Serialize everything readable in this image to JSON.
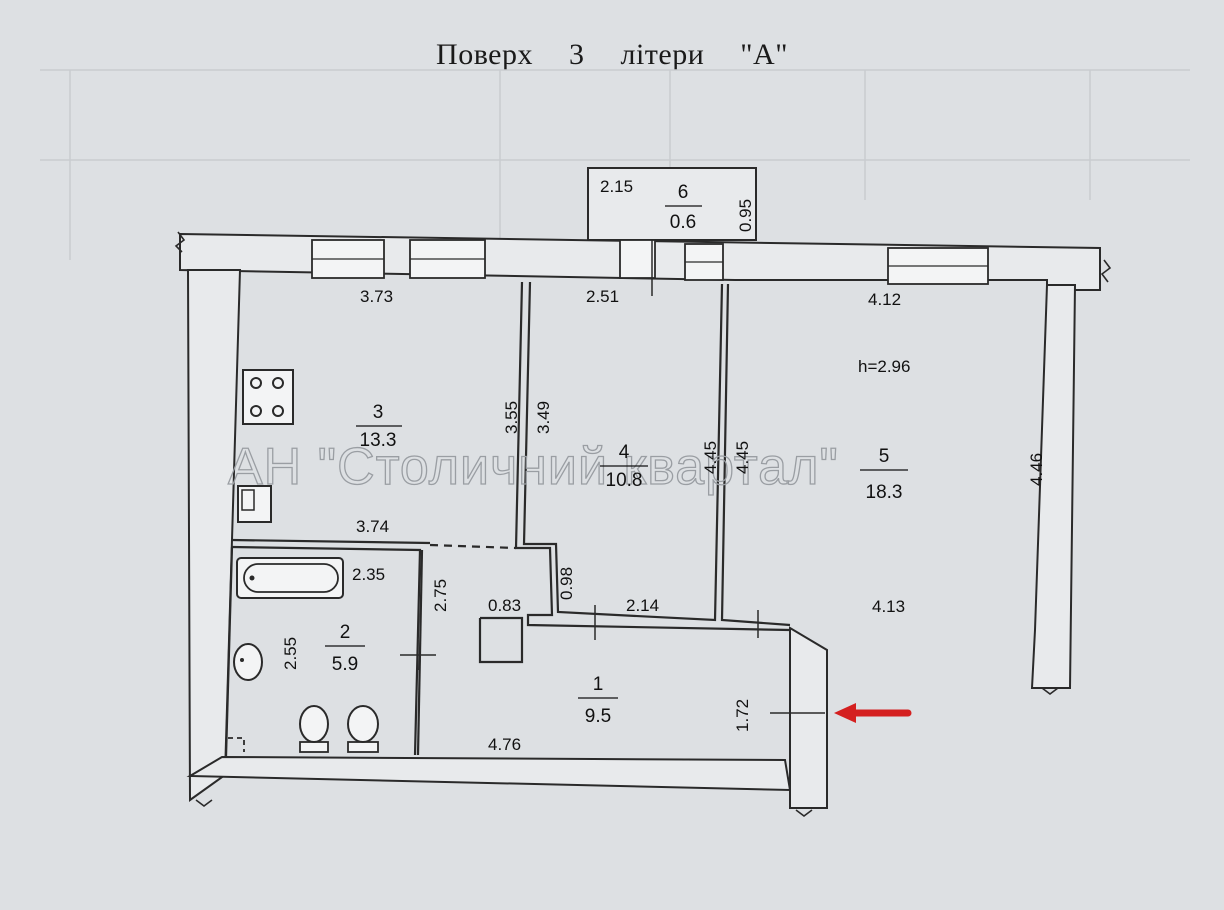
{
  "title": "Поверх   3   літери   \"А\"",
  "watermark": "АН \"Столичний квартал\"",
  "ceiling_height": "h=2.96",
  "rooms": [
    {
      "number": "1",
      "area": "9.5"
    },
    {
      "number": "2",
      "area": "5.9"
    },
    {
      "number": "3",
      "area": "13.3"
    },
    {
      "number": "4",
      "area": "10.8"
    },
    {
      "number": "5",
      "area": "18.3"
    },
    {
      "number": "6",
      "area": "0.6"
    }
  ],
  "dimensions": {
    "balcony_width": "2.15",
    "balcony_depth": "0.95",
    "room3_top": "3.73",
    "room4_top": "2.51",
    "room5_top": "4.12",
    "room3_right_a": "3.55",
    "room3_right_b": "3.49",
    "room4_right": "4.45",
    "room5_left": "4.45",
    "room5_right": "4.46",
    "room3_bottom": "3.74",
    "bath_width": "2.35",
    "bath_height_right": "2.75",
    "bath_height_left": "2.55",
    "hall_notch": "0.83",
    "hall_notch_height": "0.98",
    "room4_bottom": "2.14",
    "room5_bottom": "4.13",
    "hall_right": "1.72",
    "hall_bottom": "4.76"
  },
  "colors": {
    "line": "#2a2a2a",
    "wall_fill": "#e8eaec",
    "background": "#dde0e3",
    "arrow": "#d42020"
  }
}
